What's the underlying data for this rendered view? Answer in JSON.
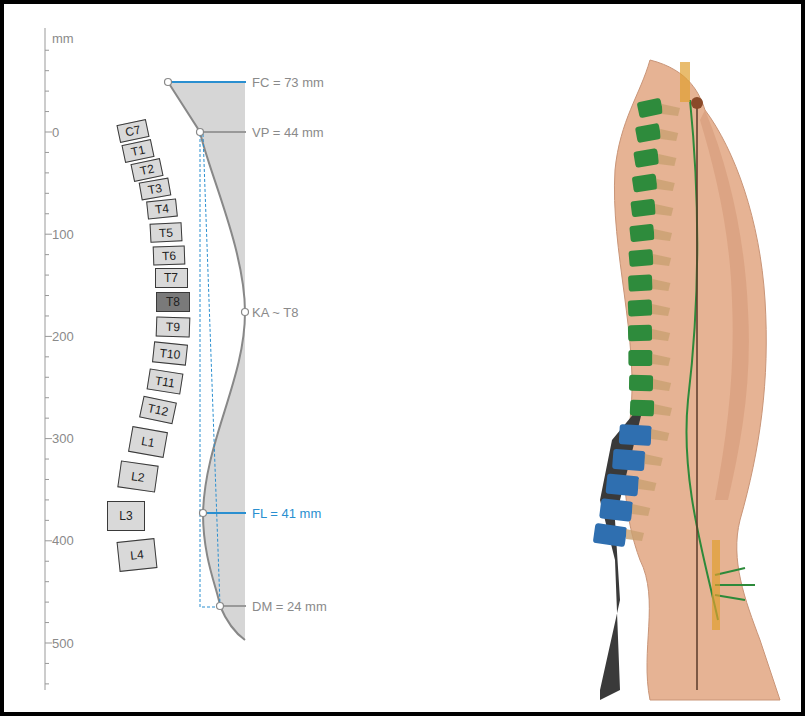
{
  "diagram": {
    "nodes": [
      {
        "text": [
          "C7"
        ]
      },
      {
        "text": [
          "T1"
        ]
      },
      {
        "text": [
          "T2"
        ]
      },
      {
        "text": [
          "T3"
        ]
      },
      {
        "text": [
          "T4"
        ]
      },
      {
        "text": [
          "T5"
        ]
      },
      {
        "text": [
          "T6"
        ]
      },
      {
        "text": [
          "T7"
        ]
      },
      {
        "text": [
          "T8"
        ]
      },
      {
        "text": [
          "T9"
        ]
      },
      {
        "text": [
          "T10"
        ]
      },
      {
        "text": [
          "T11"
        ]
      },
      {
        "text": [
          "T12"
        ]
      },
      {
        "text": [
          "L1"
        ]
      },
      {
        "text": [
          "L2"
        ]
      },
      {
        "text": [
          "L3"
        ]
      },
      {
        "text": [
          "L4"
        ]
      }
    ],
    "labels": [
      "mm",
      "0",
      "100",
      "200",
      "300",
      "400",
      "500",
      "FC = 73 mm",
      "VP = 44 mm",
      "KA ~ T8",
      "FL = 41 mm",
      "DM = 24 mm"
    ]
  }
}
